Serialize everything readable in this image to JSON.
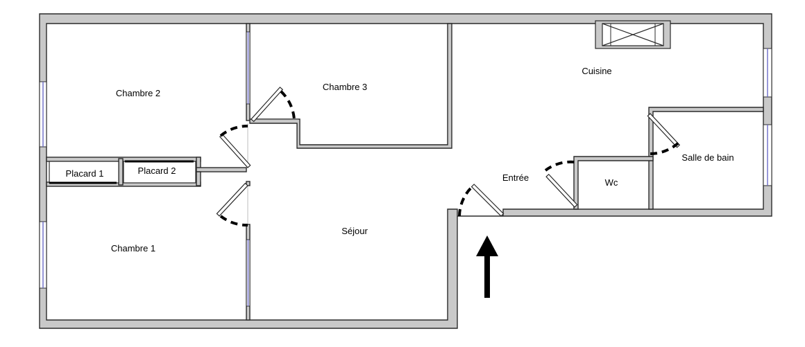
{
  "rooms": {
    "chambre2": "Chambre 2",
    "chambre3": "Chambre 3",
    "cuisine": "Cuisine",
    "placard1": "Placard 1",
    "placard2": "Placard 2",
    "entree": "Entrée",
    "wc": "Wc",
    "salle_de_bain": "Salle de bain",
    "chambre1": "Chambre 1",
    "sejour": "Séjour"
  }
}
